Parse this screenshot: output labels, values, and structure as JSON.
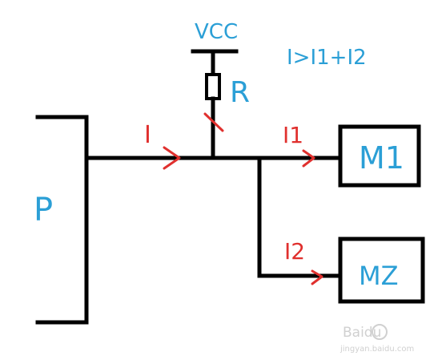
{
  "labels": {
    "vcc": "VCC",
    "resistor": "R",
    "condition": "I>I1+I2",
    "p": "P",
    "m1": "M1",
    "m2": "MZ",
    "i_main": "I",
    "i1": "I1",
    "i2": "I2"
  },
  "watermark": {
    "brand": "Baidu",
    "site": "jingyan.baidu.com"
  },
  "colors": {
    "wire": "#000000",
    "label_blue": "#2b9fd6",
    "current_red": "#e0302e"
  }
}
